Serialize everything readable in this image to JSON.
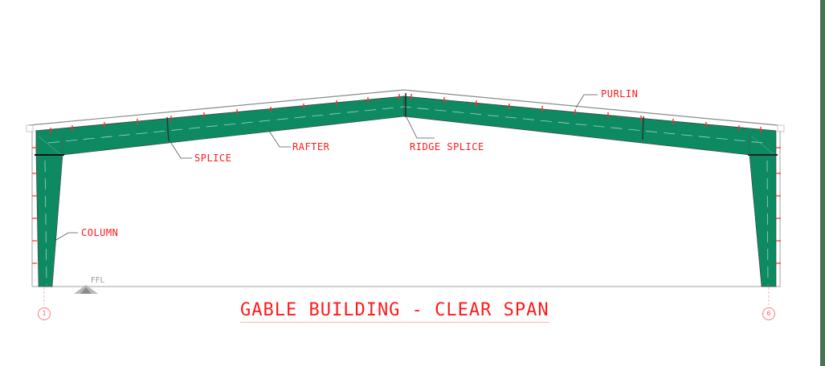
{
  "diagram": {
    "title": "GABLE BUILDING - CLEAR SPAN",
    "labels": {
      "purlin": "PURLIN",
      "rafter": "RAFTER",
      "splice": "SPLICE",
      "ridge_splice": "RIDGE SPLICE",
      "column": "COLUMN",
      "ffl": "FFL"
    },
    "gridlines": [
      {
        "id": "1"
      },
      {
        "id": "6"
      }
    ],
    "colors": {
      "frame_fill": "#0e8a63",
      "label_red": "#ff1a1a",
      "leader_gray": "#555555",
      "side_strip": "#4a7150"
    }
  }
}
